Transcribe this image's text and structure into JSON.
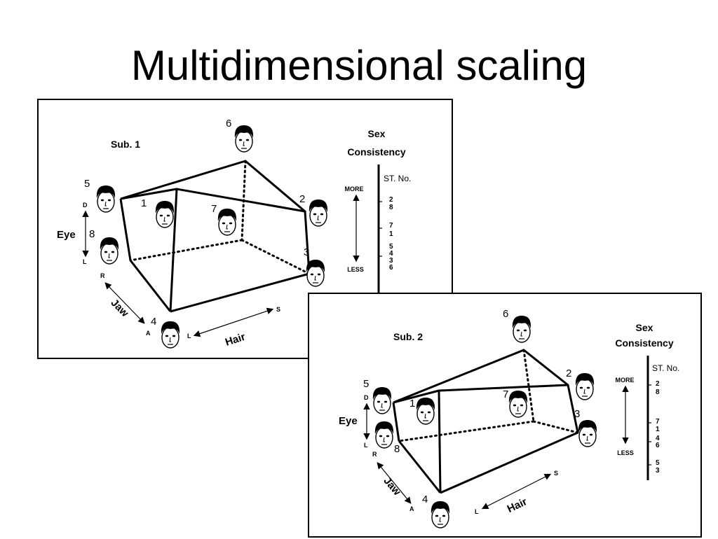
{
  "slide": {
    "title": "Multidimensional scaling"
  },
  "panels": [
    {
      "subject": "Sub. 1",
      "scale_title_1": "Sex",
      "scale_title_2": "Consistency",
      "scale_header": "ST. No.",
      "more": "MORE",
      "less": "LESS",
      "scale_ticks": [
        "2",
        "8",
        "7",
        "1",
        "5",
        "4",
        "3",
        "6"
      ],
      "faces": [
        "1",
        "2",
        "3",
        "4",
        "5",
        "6",
        "7",
        "8"
      ],
      "eye_axis": {
        "label": "Eye",
        "top": "D",
        "bottom": "L"
      },
      "jaw_axis": {
        "label": "Jaw",
        "top": "R",
        "bottom": "A"
      },
      "hair_axis": {
        "label": "Hair",
        "left": "L",
        "right": "S"
      }
    },
    {
      "subject": "Sub. 2",
      "scale_title_1": "Sex",
      "scale_title_2": "Consistency",
      "scale_header": "ST. No.",
      "more": "MORE",
      "less": "LESS",
      "scale_ticks": [
        "2",
        "8",
        "7",
        "1",
        "4",
        "6",
        "5",
        "3"
      ],
      "faces": [
        "1",
        "2",
        "3",
        "4",
        "5",
        "6",
        "7",
        "8"
      ],
      "eye_axis": {
        "label": "Eye",
        "top": "D",
        "bottom": "L"
      },
      "jaw_axis": {
        "label": "Jaw",
        "top": "R",
        "bottom": "A"
      },
      "hair_axis": {
        "label": "Hair",
        "left": "L",
        "right": "S"
      }
    }
  ]
}
